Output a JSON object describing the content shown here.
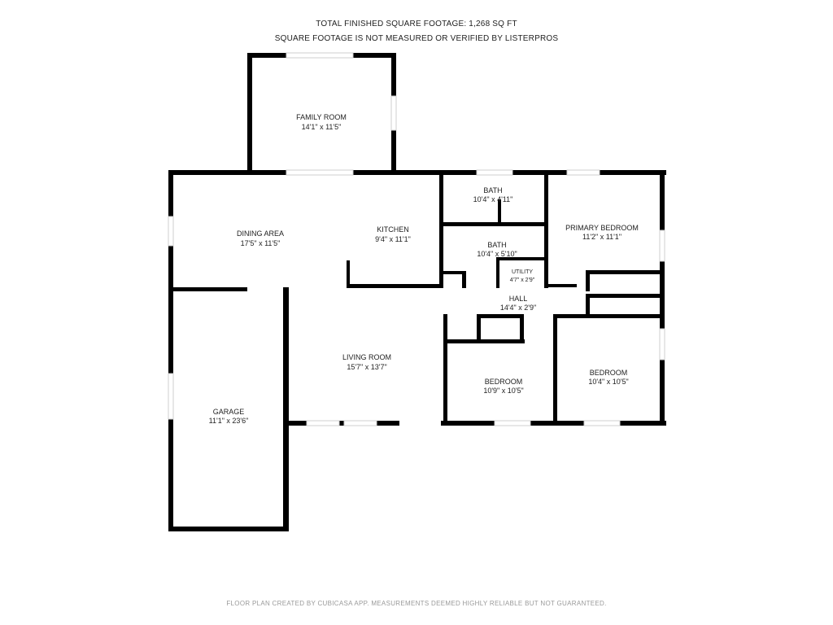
{
  "header": {
    "total_sqft": "TOTAL FINISHED SQUARE FOOTAGE: 1,268 SQ FT",
    "disclaimer": "SQUARE FOOTAGE IS NOT MEASURED OR VERIFIED BY LISTERPROS"
  },
  "rooms": {
    "family_room": {
      "name": "FAMILY ROOM",
      "dim": "14'1\" x 11'5\""
    },
    "dining_area": {
      "name": "DINING AREA",
      "dim": "17'5\" x 11'5\""
    },
    "kitchen": {
      "name": "KITCHEN",
      "dim": "9'4\" x 11'1\""
    },
    "bath1": {
      "name": "BATH",
      "dim": "10'4\" x 4'11\""
    },
    "bath2": {
      "name": "BATH",
      "dim": "10'4\" x 5'10\""
    },
    "primary_bedroom": {
      "name": "PRIMARY BEDROOM",
      "dim": "11'2\" x 11'1\""
    },
    "utility": {
      "name": "UTILITY",
      "dim": "4'7\" x 2'9\""
    },
    "hall": {
      "name": "HALL",
      "dim": "14'4\" x 2'9\""
    },
    "living_room": {
      "name": "LIVING ROOM",
      "dim": "15'7\" x 13'7\""
    },
    "bedroom1": {
      "name": "BEDROOM",
      "dim": "10'9\" x 10'5\""
    },
    "bedroom2": {
      "name": "BEDROOM",
      "dim": "10'4\" x 10'5\""
    },
    "garage": {
      "name": "GARAGE",
      "dim": "11'1\" x 23'6\""
    }
  },
  "footer": "FLOOR PLAN CREATED BY CUBICASA APP. MEASUREMENTS DEEMED HIGHLY RELIABLE BUT NOT GUARANTEED.",
  "colors": {
    "wall": "#000000",
    "window": "#cfcfcf",
    "label": "#222222",
    "footer": "#9a9a9a"
  }
}
